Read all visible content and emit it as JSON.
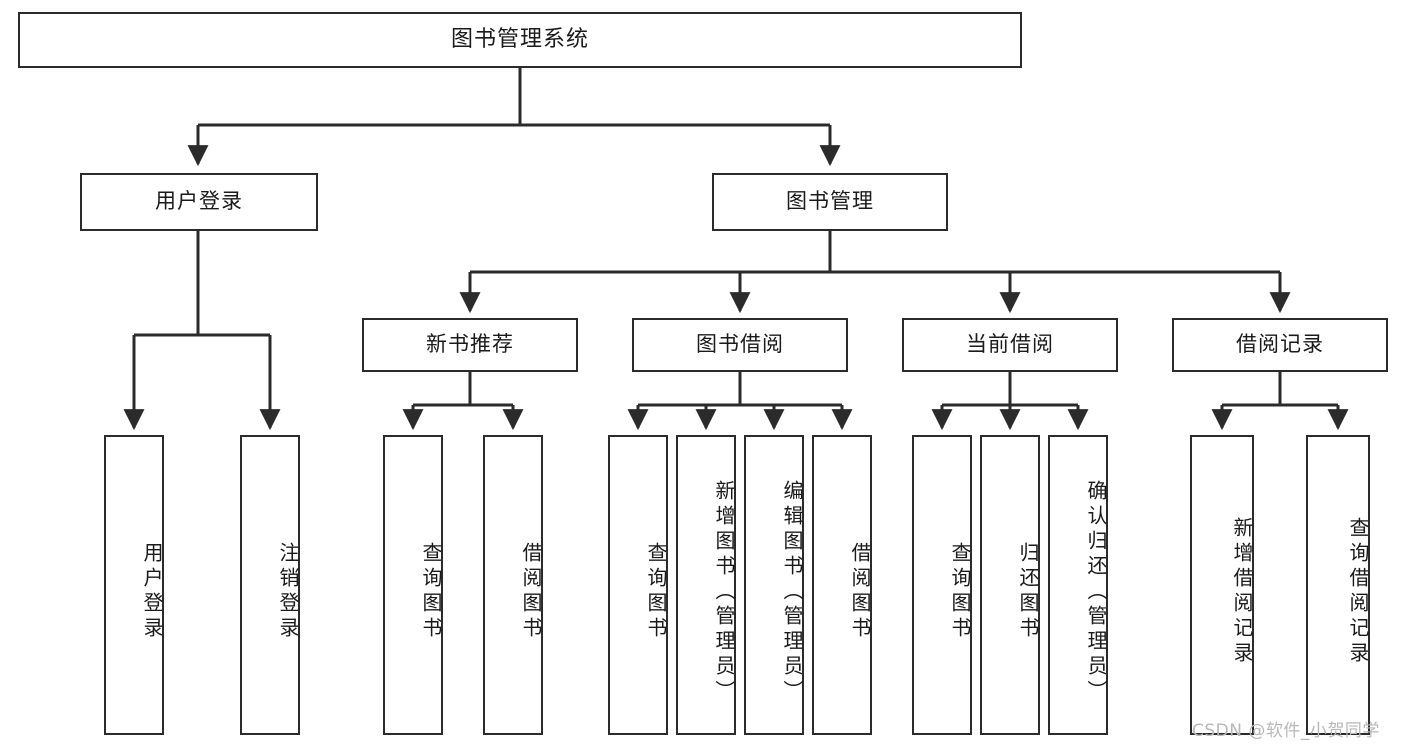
{
  "diagram": {
    "title": "图书管理系统",
    "type": "tree-hierarchy",
    "root": {
      "label": "图书管理系统"
    },
    "level2": [
      {
        "label": "用户登录"
      },
      {
        "label": "图书管理"
      }
    ],
    "level3": [
      {
        "label": "新书推荐"
      },
      {
        "label": "图书借阅"
      },
      {
        "label": "当前借阅"
      },
      {
        "label": "借阅记录"
      }
    ],
    "leaves": {
      "user_login": [
        {
          "label": "用户登录"
        },
        {
          "label": "注销登录"
        }
      ],
      "new_book_recommend": [
        {
          "label": "查询图书"
        },
        {
          "label": "借阅图书"
        }
      ],
      "book_borrow": [
        {
          "label": "查询图书"
        },
        {
          "label": "新增图书（管理员）"
        },
        {
          "label": "编辑图书（管理员）"
        },
        {
          "label": "借阅图书"
        }
      ],
      "current_borrow": [
        {
          "label": "查询图书"
        },
        {
          "label": "归还图书"
        },
        {
          "label": "确认归还（管理员）"
        }
      ],
      "borrow_record": [
        {
          "label": "新增借阅记录"
        },
        {
          "label": "查询借阅记录"
        }
      ]
    }
  },
  "watermark": {
    "text": "CSDN @软件_小贺同学"
  },
  "colors": {
    "border": "#2b2b2b",
    "background": "#ffffff",
    "text": "#1a1a1a",
    "watermark": "#b8b8b8"
  }
}
